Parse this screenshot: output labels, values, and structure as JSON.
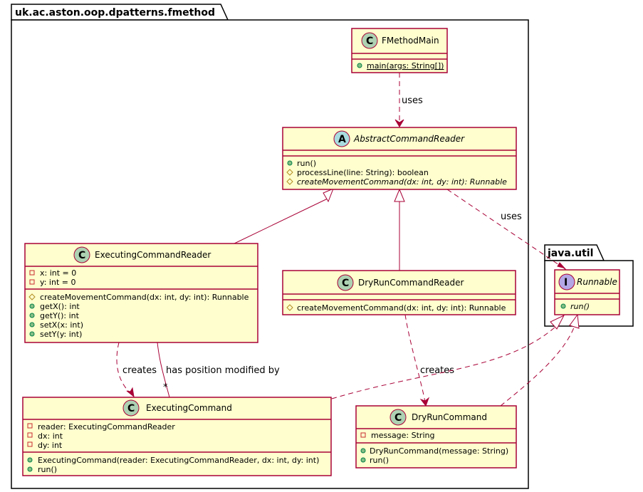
{
  "packages": {
    "main": "uk.ac.aston.oop.dpatterns.fmethod",
    "util": "java.util"
  },
  "stereotype_letters": {
    "class": "C",
    "abstract": "A",
    "interface": "I"
  },
  "colors": {
    "class_fill": "#FEFECE",
    "border": "#A80036",
    "class_circle": "#ADD1B2",
    "abstract_circle": "#A9DCDF",
    "interface_circle": "#B4A7E5"
  },
  "classes": {
    "fmethod_main": {
      "name": "FMethodMain",
      "members": [
        "main(args: String[])"
      ]
    },
    "abstract_reader": {
      "name": "AbstractCommandReader",
      "members": [
        "run()",
        "processLine(line: String): boolean",
        "createMovementCommand(dx: int, dy: int): Runnable"
      ]
    },
    "executing_reader": {
      "name": "ExecutingCommandReader",
      "fields": [
        "x: int = 0",
        "y: int = 0"
      ],
      "members": [
        "createMovementCommand(dx: int, dy: int): Runnable",
        "getX(): int",
        "getY(): int",
        "setX(x: int)",
        "setY(y: int)"
      ]
    },
    "dryrun_reader": {
      "name": "DryRunCommandReader",
      "members": [
        "createMovementCommand(dx: int, dy: int): Runnable"
      ]
    },
    "executing_command": {
      "name": "ExecutingCommand",
      "fields": [
        "reader: ExecutingCommandReader",
        "dx: int",
        "dy: int"
      ],
      "members": [
        "ExecutingCommand(reader: ExecutingCommandReader, dx: int, dy: int)",
        "run()"
      ]
    },
    "dryrun_command": {
      "name": "DryRunCommand",
      "fields": [
        "message: String"
      ],
      "members": [
        "DryRunCommand(message: String)",
        "run()"
      ]
    },
    "runnable": {
      "name": "Runnable",
      "members": [
        "run()"
      ]
    }
  },
  "edge_labels": {
    "main_uses": "uses",
    "reader_uses": "uses",
    "exec_creates": "creates",
    "has_position": "has position modified by",
    "multiplicity": "*",
    "dry_creates": "creates"
  }
}
